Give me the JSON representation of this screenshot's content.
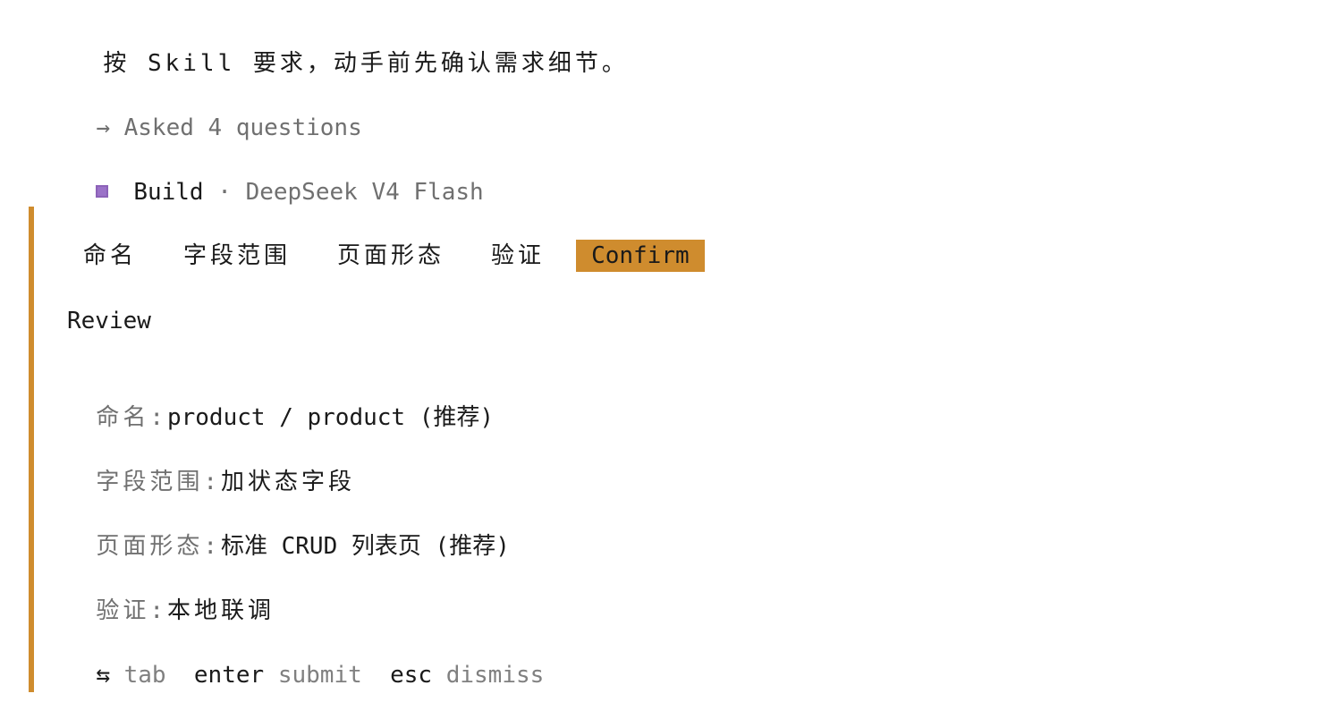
{
  "intro_text": "按 Skill 要求，动手前先确认需求细节。",
  "asked_line": {
    "arrow": "→",
    "text": "Asked 4 questions"
  },
  "build_line": {
    "square_color": "#9b72c8",
    "mode": "Build",
    "separator": "·",
    "model": "DeepSeek V4 Flash"
  },
  "panel": {
    "accent_color": "#cf8c2e",
    "tabs": [
      {
        "label": "命名",
        "active": false
      },
      {
        "label": "字段范围",
        "active": false
      },
      {
        "label": "页面形态",
        "active": false
      },
      {
        "label": "验证",
        "active": false
      },
      {
        "label": "Confirm",
        "active": true
      }
    ],
    "review_title": "Review",
    "review_items": [
      {
        "key": "命名:",
        "value": "product / product (推荐)"
      },
      {
        "key": "字段范围:",
        "value": "加状态字段"
      },
      {
        "key": "页面形态:",
        "value": "标准 CRUD 列表页 (推荐)"
      },
      {
        "key": "验证:",
        "value": "本地联调"
      }
    ],
    "hints": [
      {
        "icon": "⇆",
        "label": "tab"
      },
      {
        "key": "enter",
        "label": "submit"
      },
      {
        "key": "esc",
        "label": "dismiss"
      }
    ]
  }
}
